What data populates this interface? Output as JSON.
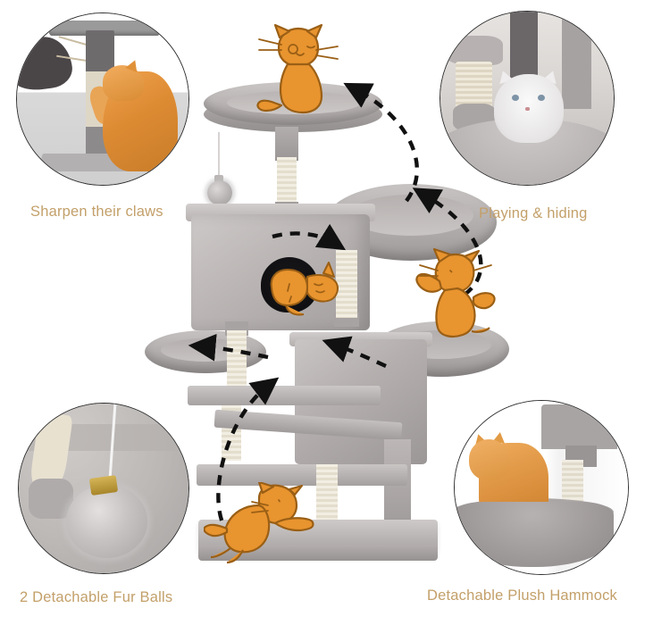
{
  "page": {
    "title": "Cat Tree Feature Infographic",
    "background_color": "#ffffff",
    "caption_color": "#c3a06a",
    "accent_cat_color": "#e0912f",
    "arrow_color": "#111111"
  },
  "features": [
    {
      "id": "sharpen-claws",
      "caption": "Sharpen their claws",
      "photo_alt": "Ginger kitten scratching the sisal post of a cat tree",
      "position": "top-left"
    },
    {
      "id": "playing-hiding",
      "caption": "Playing & hiding",
      "photo_alt": "White fluffy cat resting in the plush cat tree bed",
      "position": "top-right"
    },
    {
      "id": "fur-balls",
      "caption": "2 Detachable Fur Balls",
      "photo_alt": "Grey plush fur ball with gold bell hanging on a string",
      "position": "bottom-left"
    },
    {
      "id": "plush-hammock",
      "caption": "Detachable Plush Hammock",
      "photo_alt": "Orange tabby cat sitting in the grey detachable plush hammock",
      "position": "bottom-right"
    }
  ],
  "product": {
    "name": "Multi-level cat tree tower",
    "parts": [
      "top-perch-platform",
      "hanging-fur-ball",
      "sisal-scratching-post",
      "plush-basket-bed",
      "cat-condo-house",
      "side-perch-platform",
      "detachable-hammock-basket",
      "lower-condo",
      "ramp-step",
      "base-board"
    ]
  },
  "cartoon_cats": [
    {
      "id": "cat-sitting-top",
      "pose": "sitting",
      "location": "top platform"
    },
    {
      "id": "cat-sleeping-condo",
      "pose": "sleeping",
      "location": "condo entrance"
    },
    {
      "id": "cat-playing-basket",
      "pose": "playing",
      "location": "right hammock basket"
    },
    {
      "id": "cat-running-bottom",
      "pose": "running",
      "location": "floor left of base"
    }
  ],
  "arrows": {
    "style": "dashed",
    "count": 6,
    "meaning": "suggested climbing route through the tower"
  }
}
